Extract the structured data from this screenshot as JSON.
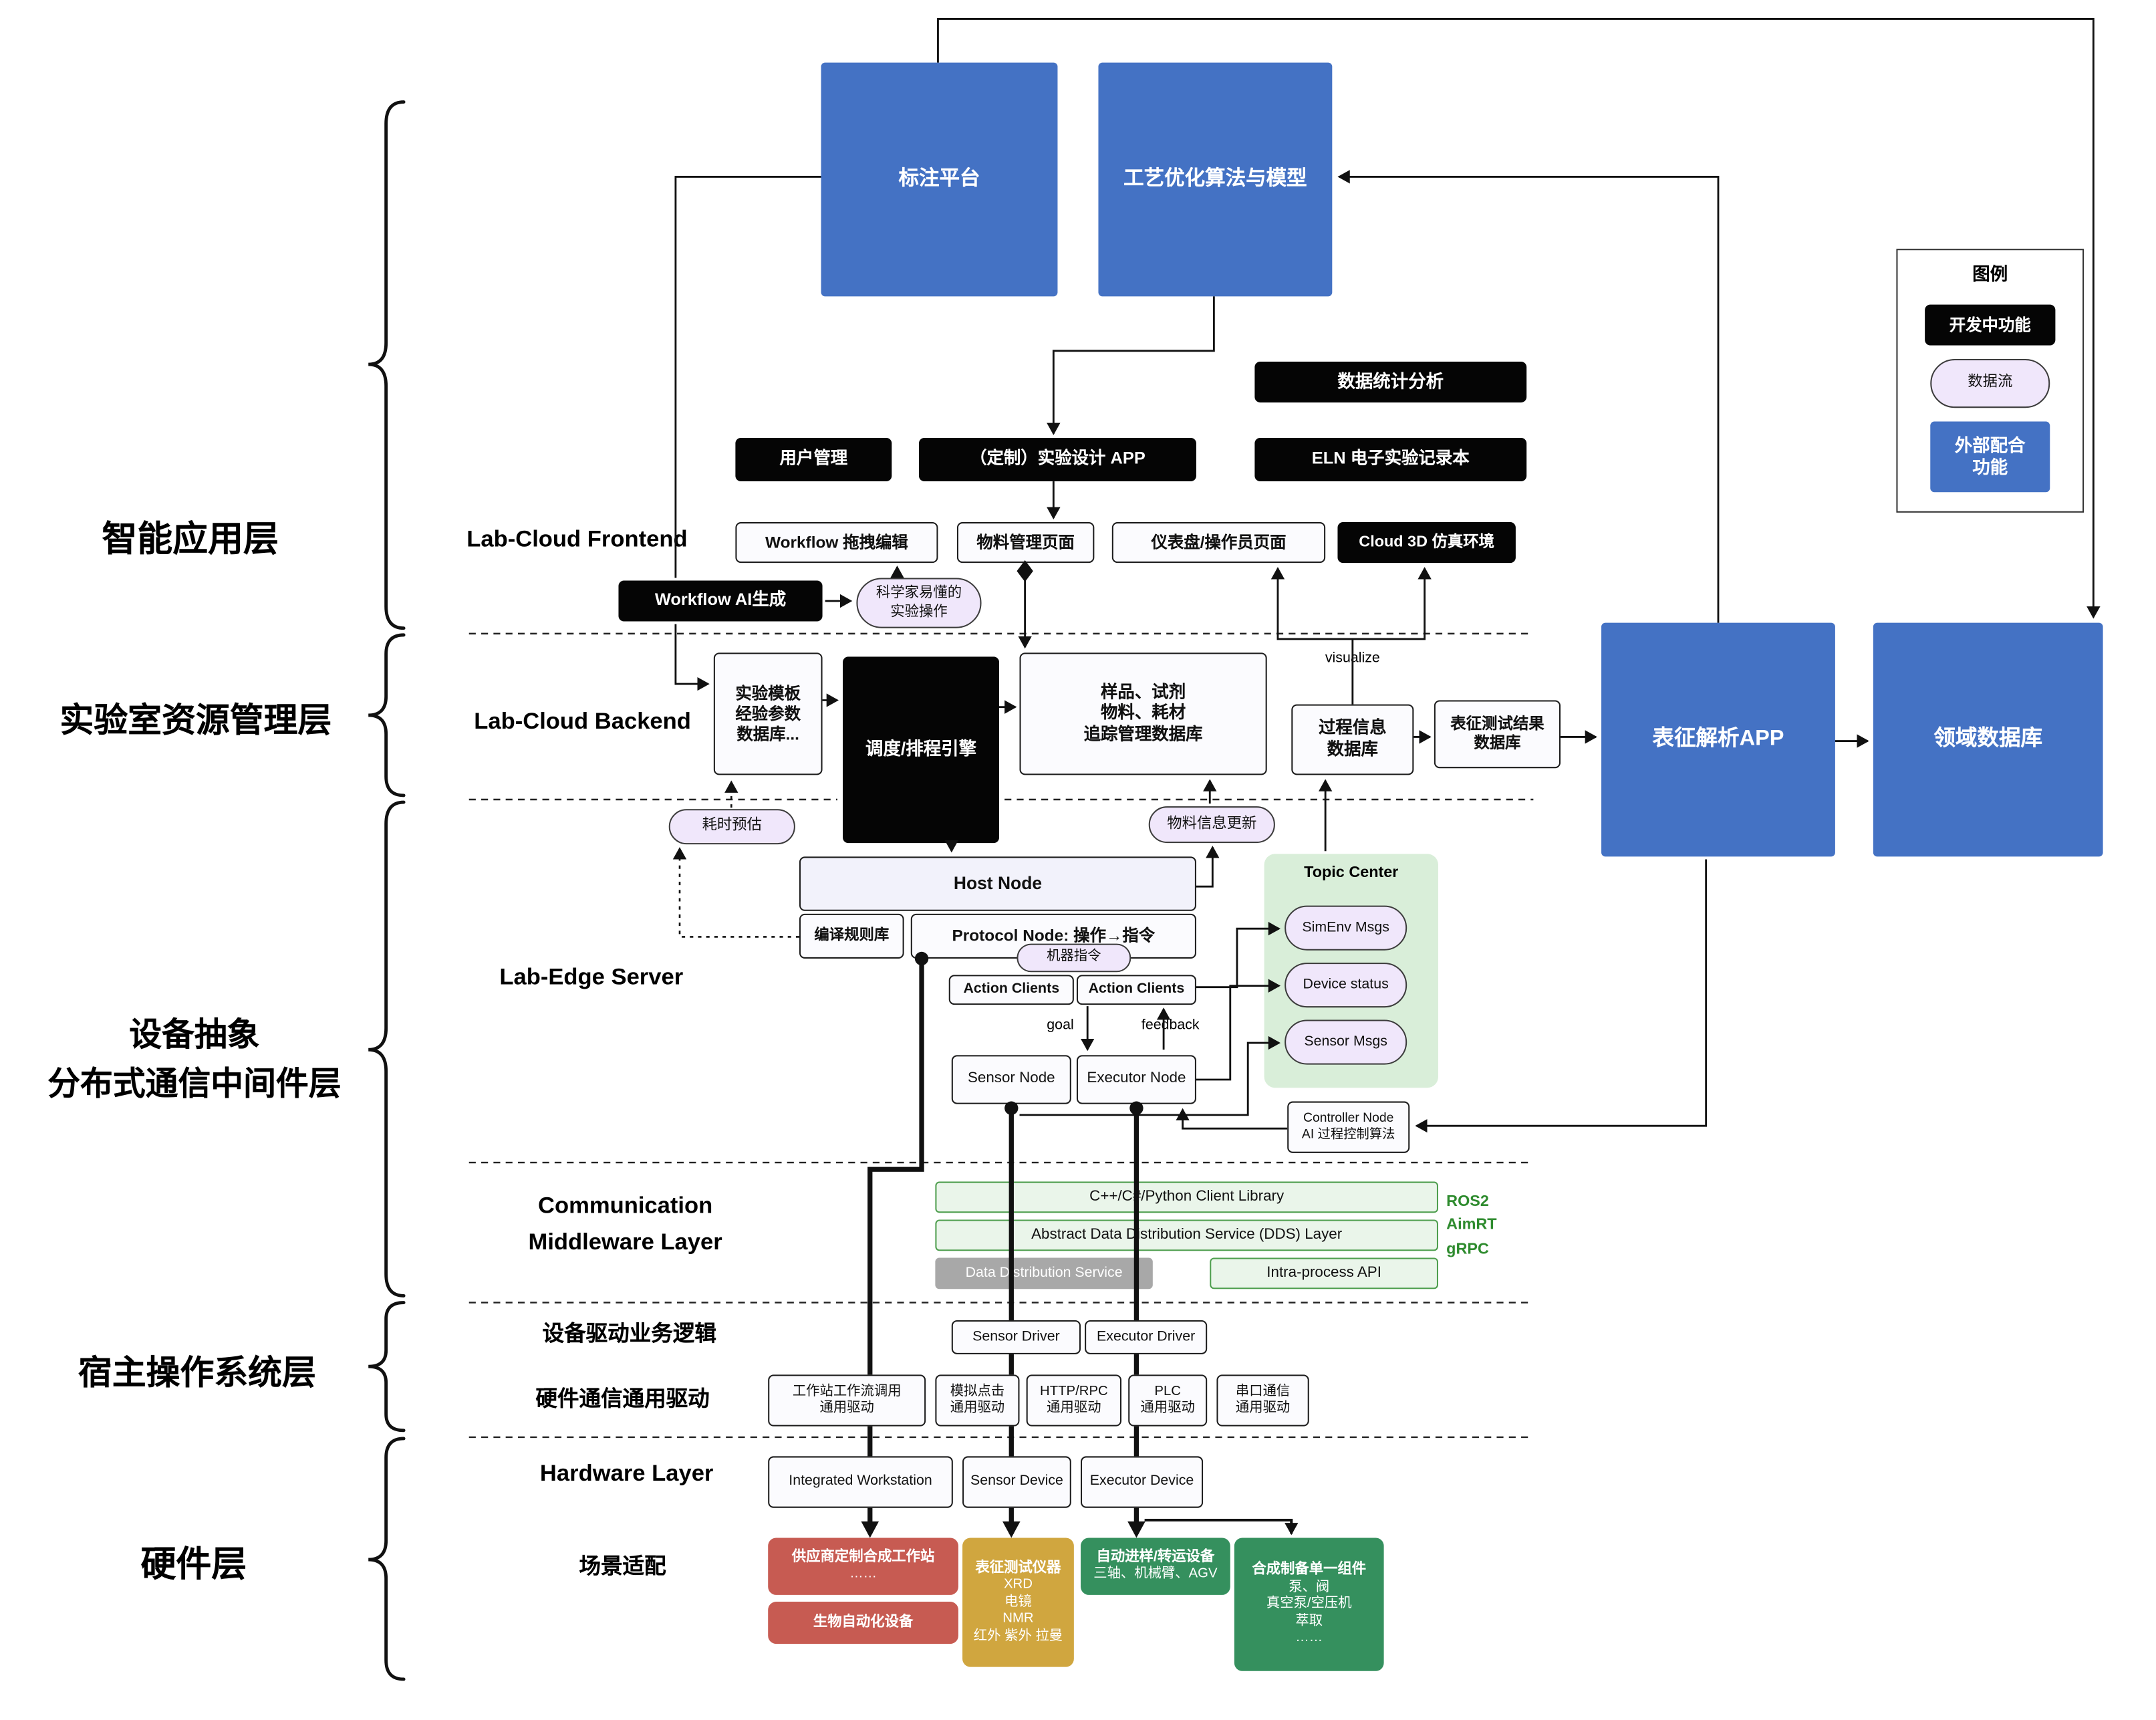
{
  "colors": {
    "accent_blue": "#4472C4",
    "developing_black": "#050505",
    "dataflow_purple": "#f0e7fb",
    "middleware_green": "#eaf5ea",
    "topic_green": "#d9eed9",
    "vendor_red": "#c75b52",
    "instrument_gold": "#d0a63f",
    "component_green": "#35905e"
  },
  "left_labels": {
    "l1": "智能应用层",
    "l2": "实验室资源管理层",
    "l3": "设备抽象\n分布式通信中间件层",
    "l4": "宿主操作系统层",
    "l5": "硬件层"
  },
  "legend": {
    "title": "图例",
    "developing": "开发中功能",
    "dataflow": "数据流",
    "external": "外部配合\n功能"
  },
  "top": {
    "annotation": "标注平台",
    "process_opt": "工艺优化算法与模型"
  },
  "frontend": {
    "label": "Lab-Cloud Frontend",
    "stats": "数据统计分析",
    "user_mgmt": "用户管理",
    "custom_app": "（定制）实验设计 APP",
    "eln": "ELN 电子实验记录本",
    "workflow_edit": "Workflow 拖拽编辑",
    "material_page": "物料管理页面",
    "dashboard": "仪表盘/操作员页面",
    "cloud3d": "Cloud 3D 仿真环境",
    "workflow_ai": "Workflow AI生成",
    "sci_ops": "科学家易懂的\n实验操作"
  },
  "backend": {
    "label": "Lab-Cloud Backend",
    "template_db": "实验模板\n经验参数\n数据库...",
    "scheduler": "调度/排程引擎",
    "sample_db": "样品、试剂\n物料、耗材\n追踪管理数据库",
    "process_db": "过程信息\n数据库",
    "visualize": "visualize",
    "test_result_db": "表征测试结果\n数据库",
    "char_app": "表征解析APP",
    "domain_db": "领域数据库",
    "time_estimate": "耗时预估",
    "material_update": "物料信息更新"
  },
  "edge": {
    "label": "Lab-Edge Server",
    "host_node": "Host Node",
    "rule_lib": "编译规则库",
    "protocol_node": "Protocol Node: 操作→指令",
    "machine_cmd": "机器指令",
    "action_clients": "Action Clients",
    "goal": "goal",
    "feedback": "feedback",
    "sensor_node": "Sensor Node",
    "executor_node": "Executor Node",
    "topic_center": "Topic Center",
    "simenv": "SimEnv Msgs",
    "device_status": "Device status",
    "sensor_msgs": "Sensor Msgs",
    "controller": "Controller Node\nAI 过程控制算法"
  },
  "middleware": {
    "label_1": "Communication",
    "label_2": "Middleware Layer",
    "client_lib": "C++/C#/Python Client Library",
    "dds_layer": "Abstract Data Distribution Service (DDS) Layer",
    "dds": "Data Distribution Service",
    "intra": "Intra-process API",
    "stack": "ROS2\nAimRT\ngRPC"
  },
  "hostos": {
    "driver_label": "设备驱动业务逻辑",
    "sensor_driver": "Sensor Driver",
    "executor_driver": "Executor Driver",
    "hw_comm_label": "硬件通信通用驱动",
    "d1": "工作站工作流调用\n通用驱动",
    "d2": "模拟点击\n通用驱动",
    "d3": "HTTP/RPC\n通用驱动",
    "d4": "PLC\n通用驱动",
    "d5": "串口通信\n通用驱动"
  },
  "hardware": {
    "label": "Hardware Layer",
    "workstation": "Integrated Workstation",
    "sensor_device": "Sensor Device",
    "executor_device": "Executor Device",
    "scenario_label": "场景适配",
    "red1_title": "供应商定制合成工作站",
    "red1_body": "……",
    "red2": "生物自动化设备",
    "gold_title": "表征测试仪器",
    "gold_body": "XRD\n电镜\nNMR\n红外 紫外 拉曼",
    "green1_title": "自动进样/转运设备",
    "green1_body": "三轴、机械臂、AGV",
    "green2_title": "合成制备单一组件",
    "green2_body": "泵、阀\n真空泵/空压机\n萃取\n……"
  }
}
